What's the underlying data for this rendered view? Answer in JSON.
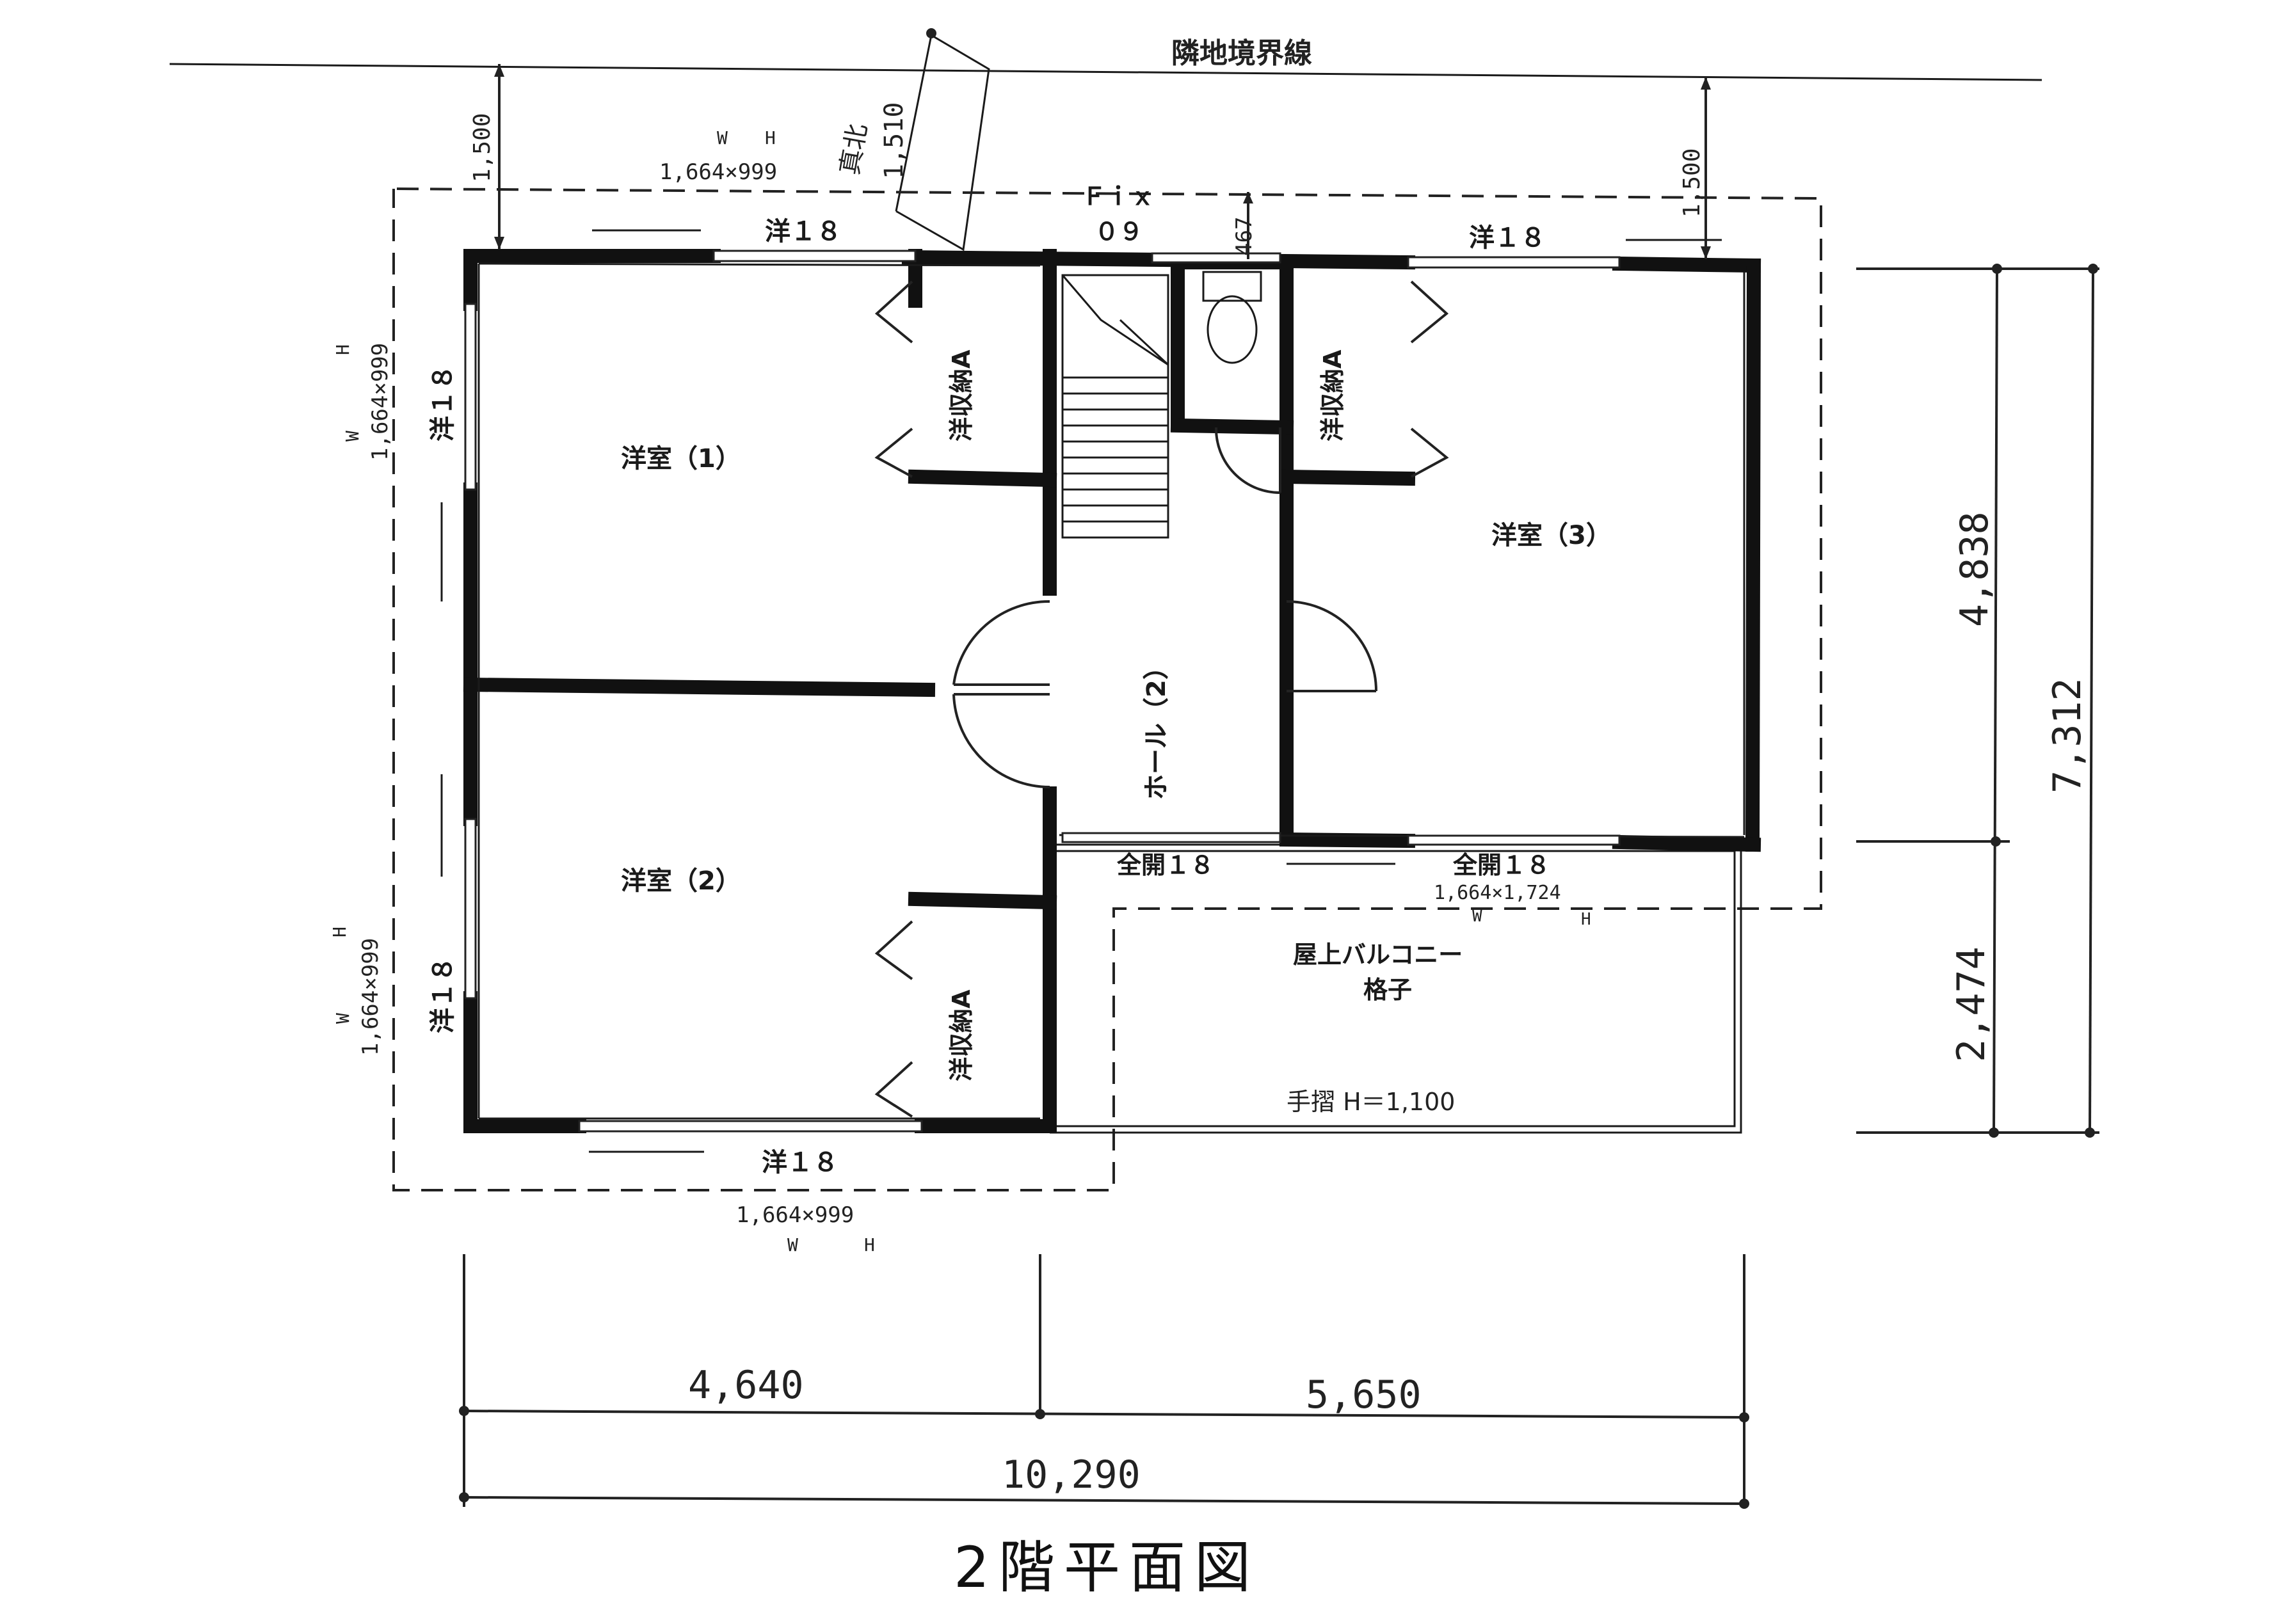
{
  "title": "2階平面図",
  "boundary_label": "隣地境界線",
  "north_label": "真北",
  "north_dim": "1,510",
  "rooms": {
    "room1": "洋室（1）",
    "room2": "洋室（2）",
    "room3": "洋室（3）",
    "hall": "ホール（2）",
    "closet_a": "洋収納A",
    "balcony": "屋上バルコニー",
    "balcony_sub": "格子",
    "handrail": "手摺 H＝1,100"
  },
  "windows": {
    "w_top_left": "洋１８",
    "w_top_right": "洋１８",
    "w_left_upper": "洋１８",
    "w_left_lower": "洋１８",
    "w_bottom": "洋１８",
    "fix": "Ｆｉｘ",
    "fix_size": "０９",
    "sliding_left": "全開１８",
    "sliding_right": "全開１８"
  },
  "notes": {
    "size_top": "1,664×999",
    "size_left_upper": "1,664×999",
    "size_left_lower": "1,664×999",
    "size_bottom": "1,664×999",
    "size_balcony": "1,664×1,724",
    "w": "W",
    "h": "H"
  },
  "dims": {
    "offset_left": "1,500",
    "offset_right": "1,500",
    "offset_small": "467",
    "width_left": "4,640",
    "width_right": "5,650",
    "width_total": "10,290",
    "height_upper": "4,838",
    "height_lower": "2,474",
    "height_total": "7,312"
  }
}
